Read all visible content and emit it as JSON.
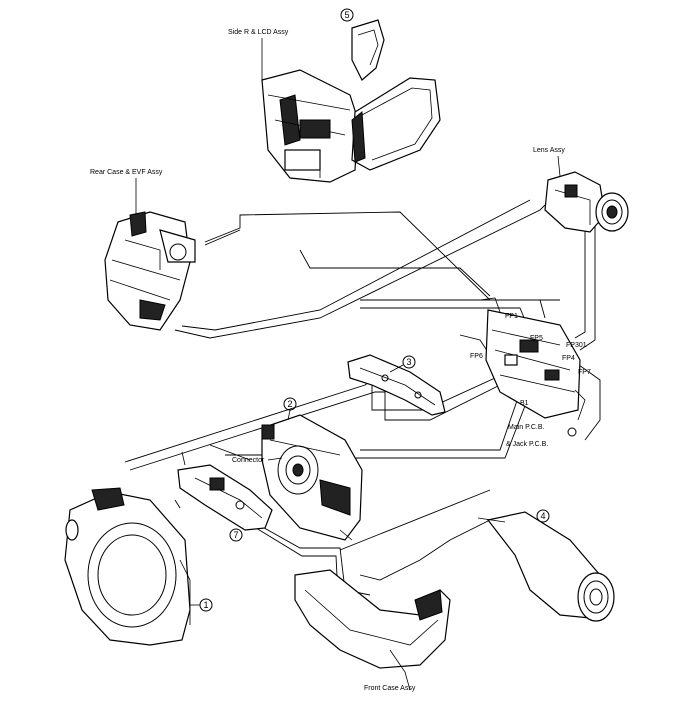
{
  "labels": {
    "side_r_lcd": "Side R & LCD Assy",
    "rear_case": "Rear Case & EVF Assy",
    "lens_assy": "Lens Assy",
    "connector": "Connector",
    "main_pcb": "Main P.C.B.",
    "jack_pcb": "& Jack P.C.B.",
    "front_case": "Front Case Assy",
    "fp1": "FP1",
    "fp5": "FP5",
    "fp6": "FP6",
    "fp301": "FP301",
    "fp4": "FP4",
    "fp7": "FP7",
    "b1": "B1"
  },
  "callouts": {
    "c1": "1",
    "c2": "2",
    "c3": "3",
    "c4": "4",
    "c5": "5",
    "c7": "7"
  }
}
